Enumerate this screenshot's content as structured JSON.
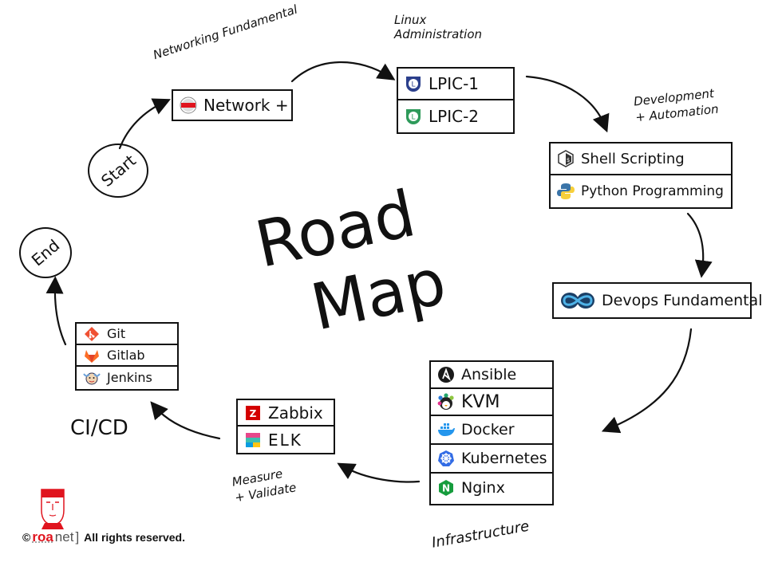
{
  "title": {
    "line1": "Road",
    "line2": "Map"
  },
  "nodes": {
    "start": "Start",
    "end": "End"
  },
  "stages": [
    {
      "label": "Networking Fundamental",
      "items": [
        {
          "icon": "comptia-network-plus-icon",
          "text": "Network +"
        }
      ]
    },
    {
      "label": "Linux Administration",
      "items": [
        {
          "icon": "lpic1-badge-icon",
          "text": "LPIC-1"
        },
        {
          "icon": "lpic2-badge-icon",
          "text": "LPIC-2"
        }
      ]
    },
    {
      "label_line1": "Development",
      "label_line2": "+ Automation",
      "items": [
        {
          "icon": "bash-shell-icon",
          "text": "Shell Scripting"
        },
        {
          "icon": "python-icon",
          "text": "Python Programming"
        }
      ]
    },
    {
      "label": "",
      "items": [
        {
          "icon": "devops-infinity-icon",
          "text": "Devops Fundamental"
        }
      ]
    },
    {
      "label": "Infrastructure",
      "items": [
        {
          "icon": "ansible-icon",
          "text": "Ansible"
        },
        {
          "icon": "kvm-penguin-icon",
          "text": "KVM"
        },
        {
          "icon": "docker-whale-icon",
          "text": "Docker"
        },
        {
          "icon": "kubernetes-helm-icon",
          "text": "Kubernetes"
        },
        {
          "icon": "nginx-icon",
          "text": "Nginx"
        }
      ]
    },
    {
      "label_line1": "Measure",
      "label_line2": "+ Validate",
      "items": [
        {
          "icon": "zabbix-icon",
          "text": "Zabbix"
        },
        {
          "icon": "elk-icon",
          "text": "ELK"
        }
      ]
    },
    {
      "label": "CI/CD",
      "items": [
        {
          "icon": "git-icon",
          "text": "Git"
        },
        {
          "icon": "gitlab-fox-icon",
          "text": "Gitlab"
        },
        {
          "icon": "jenkins-icon",
          "text": "Jenkins"
        }
      ]
    }
  ],
  "footer": {
    "copyright": "©",
    "brand_a": "roa",
    "brand_b": "net",
    "separator": "]",
    "rights": "All rights reserved."
  },
  "colors": {
    "ink": "#111111",
    "brand_red": "#e0141e",
    "lpic1": "#2b3f8c",
    "lpic2": "#2e9a5a",
    "python_blue": "#3a74a8",
    "python_yellow": "#f7cf3a",
    "docker": "#2496ed",
    "kubernetes": "#326ce5",
    "nginx": "#169c3d",
    "zabbix": "#d40000",
    "git": "#f05032",
    "gitlab": "#fc6d26"
  }
}
